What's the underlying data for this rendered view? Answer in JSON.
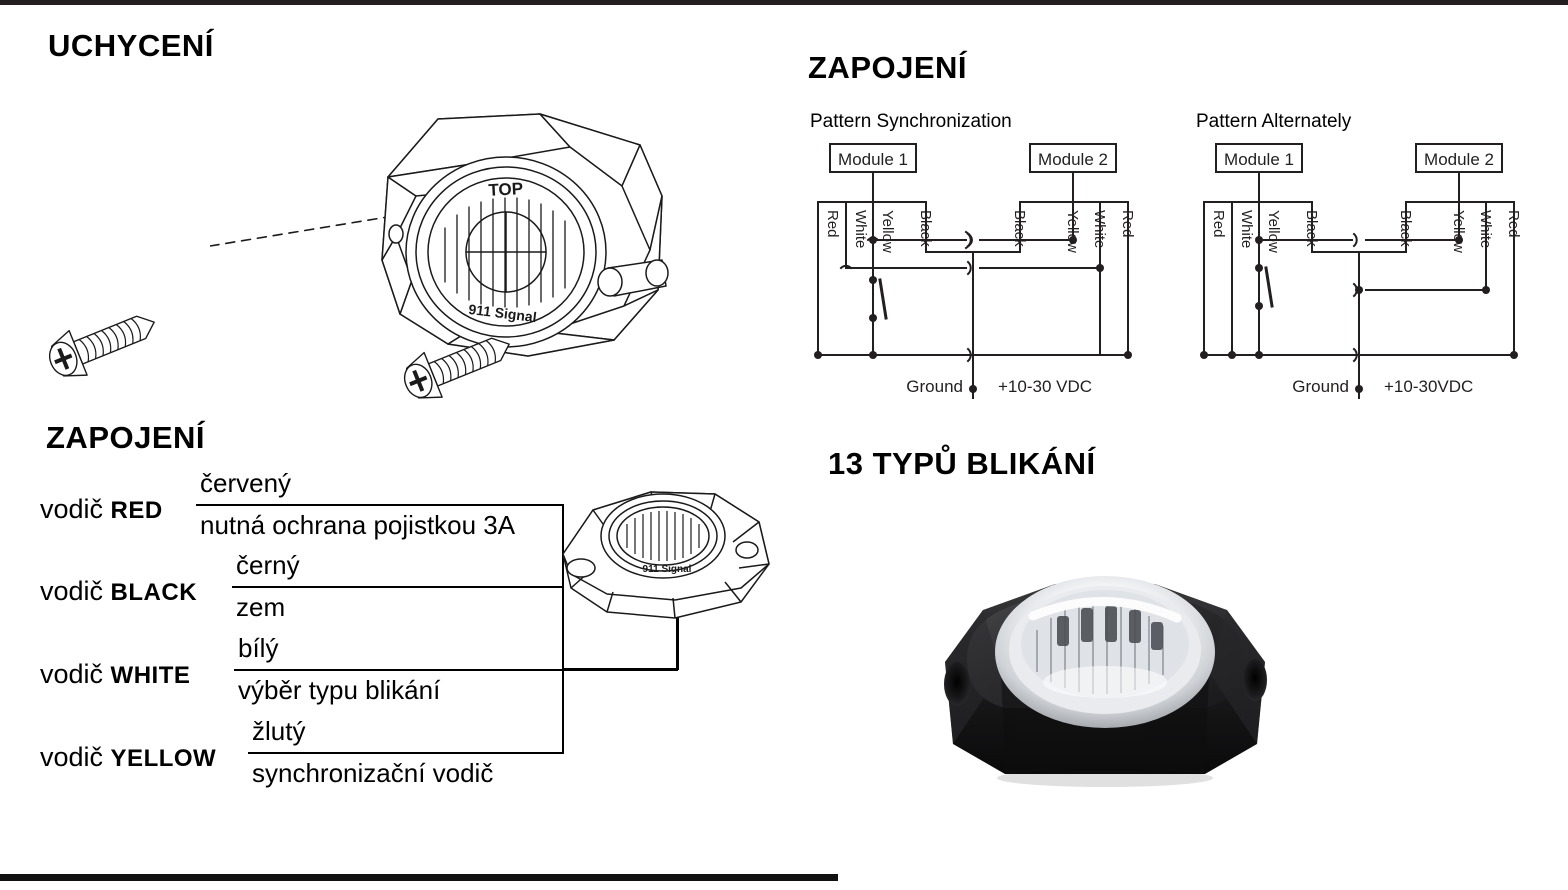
{
  "document": {
    "language": "cs",
    "accent_color": "#000000",
    "background_color": "#ffffff"
  },
  "sections": {
    "mounting": {
      "heading": "UCHYCENÍ",
      "artwork_name": "exploded-mounting-illustration",
      "artwork_caption_top": "TOP",
      "artwork_brand": "911 Signal"
    },
    "wiring_table": {
      "heading": "ZAPOJENÍ",
      "lead_prefix": "vodič",
      "rows": [
        {
          "wire_en": "RED",
          "color_cs": "červený",
          "function_cs": "nutná ochrana pojistkou 3A"
        },
        {
          "wire_en": "BLACK",
          "color_cs": "černý",
          "function_cs": "zem"
        },
        {
          "wire_en": "WHITE",
          "color_cs": "bílý",
          "function_cs": "výběr typu blikání"
        },
        {
          "wire_en": "YELLOW",
          "color_cs": "žlutý",
          "function_cs": "synchronizační vodič"
        }
      ]
    },
    "connection": {
      "heading": "ZAPOJENÍ",
      "diagrams": [
        {
          "title": "Pattern Synchronization",
          "modules": [
            "Module 1",
            "Module 2"
          ],
          "module1_wires": [
            "Red",
            "White",
            "Yellow",
            "Black"
          ],
          "module2_wires": [
            "Black",
            "Yellow",
            "White",
            "Red"
          ],
          "rail_labels": {
            "ground": "Ground",
            "supply": "+10-30 VDC"
          }
        },
        {
          "title": "Pattern Alternately",
          "modules": [
            "Module 1",
            "Module 2"
          ],
          "module1_wires": [
            "Red",
            "White",
            "Yellow",
            "Black"
          ],
          "module2_wires": [
            "Black",
            "Yellow",
            "White",
            "Red"
          ],
          "rail_labels": {
            "ground": "Ground",
            "supply": "+10-30VDC"
          }
        }
      ]
    },
    "flash_patterns": {
      "heading": "13 TYPŮ BLIKÁNÍ",
      "product_photo_name": "black-led-strobe-lamp-photo"
    }
  }
}
